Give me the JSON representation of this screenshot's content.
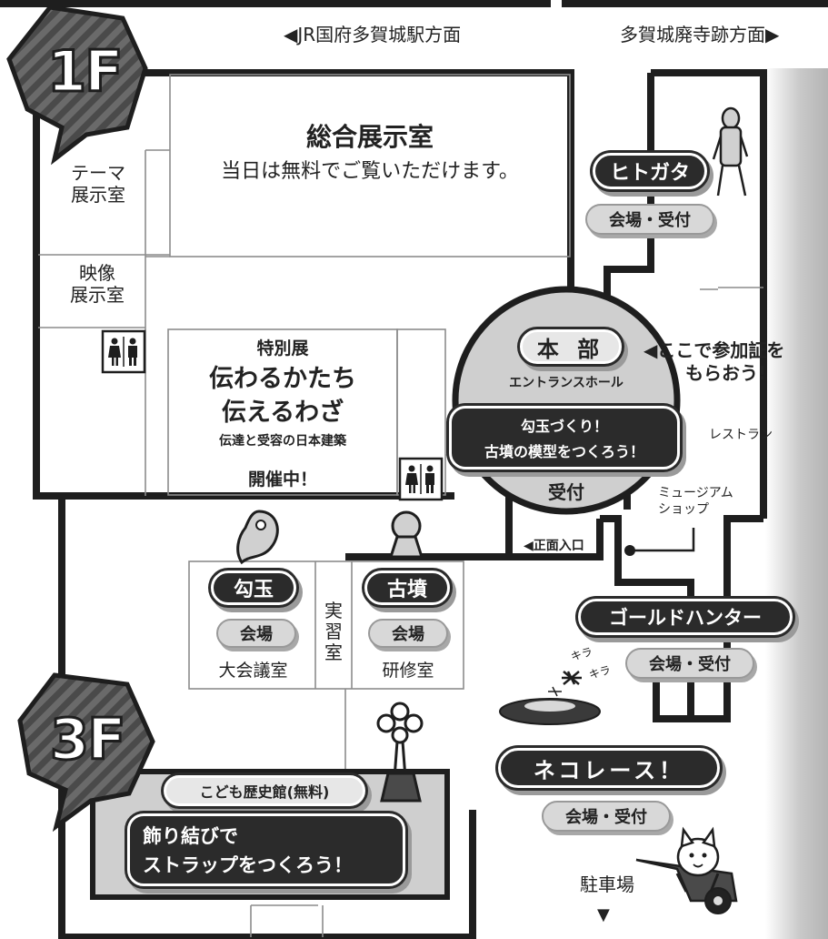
{
  "floors": {
    "f1": "1F",
    "f3": "3F"
  },
  "direction": {
    "left": "◀JR国府多賀城駅方面",
    "right": "多賀城廃寺跡方面▶",
    "entrance": "◀正面入口",
    "parking": "駐車場",
    "parking_arrow": "▼"
  },
  "rooms": {
    "theme": [
      "テーマ",
      "展示室"
    ],
    "video": [
      "映像",
      "展示室"
    ],
    "main_hall": {
      "name": "総合展示室",
      "note": "当日は無料でご覧いただけます。"
    },
    "special": {
      "label": "特別展",
      "title1": "伝わるかたち",
      "title2": "伝えるわざ",
      "subtitle": "伝達と受容の日本建築",
      "status": "開催中！"
    },
    "conference": "大会議室",
    "practice": [
      "実",
      "習",
      "室"
    ],
    "training": "研修室",
    "restaurant": "レストラン",
    "museum_shop": [
      "ミュージアム",
      "ショップ"
    ],
    "entrance_hall": "エントランスホール"
  },
  "events": {
    "hq": {
      "name": "本 部",
      "workshop": [
        "勾玉づくり！",
        "古墳の模型をつくろう！"
      ],
      "reception": "受付"
    },
    "register_note": [
      "◀ここで参加証を",
      "もらおう!"
    ],
    "hitogata": {
      "name": "ヒトガタ",
      "venue": "会場・受付"
    },
    "magatama": {
      "name": "勾玉",
      "venue": "会場"
    },
    "kofun": {
      "name": "古墳",
      "venue": "会場"
    },
    "gold": {
      "name": "ゴールドハンター",
      "venue": "会場・受付",
      "sparkle": [
        "キラ",
        "キラ"
      ]
    },
    "neko": {
      "name": "ネコレース！",
      "venue": "会場・受付"
    },
    "kids": {
      "hall": "こども歴史館(無料)",
      "workshop": [
        "飾り結びで",
        "ストラップをつくろう！"
      ]
    }
  },
  "icons": {
    "restroom": "restroom-icon",
    "haniwa": "haniwa-figure-icon",
    "magatama": "magatama-icon",
    "kofun": "keyhole-kofun-icon",
    "gold": "gold-pan-icon",
    "knot": "decorative-knot-icon",
    "cat": "cat-wheelbarrow-icon"
  },
  "colors": {
    "dark": "#2b2b2b",
    "wall": "#1e1e1e",
    "gray_pill": "#d8d8d8",
    "hall_gray": "#cfcfcf",
    "gradient_strip": "#b8b8b8"
  }
}
